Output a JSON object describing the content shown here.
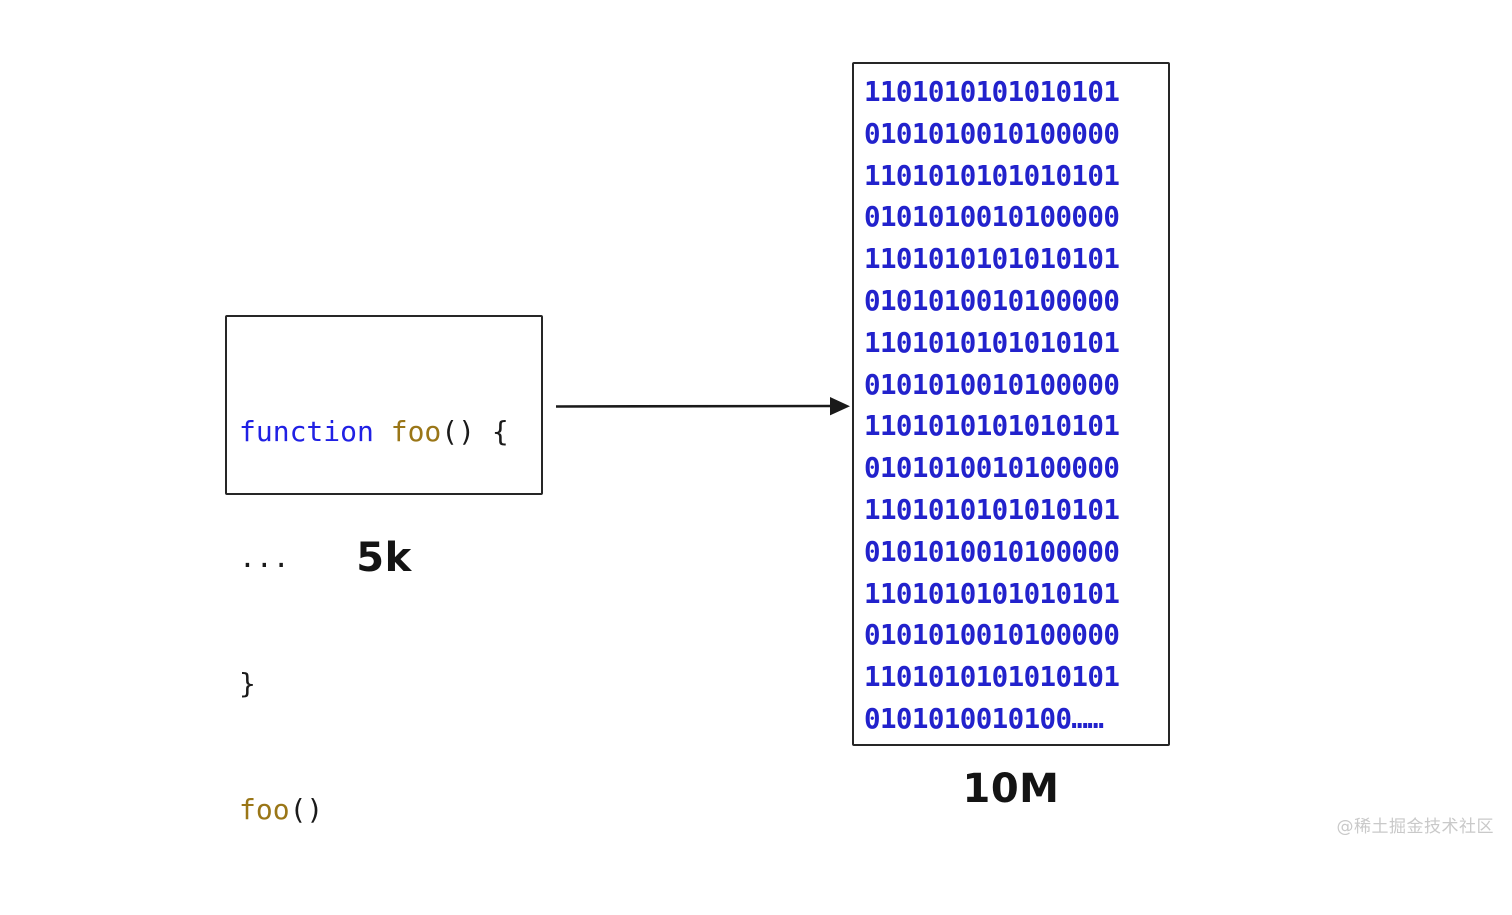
{
  "diagram": {
    "title": "JavaScript source compiled to machine code size comparison",
    "background_color": "#ffffff"
  },
  "source_panel": {
    "name": "source-code-box",
    "size_label": "5k",
    "border_color": "#262626",
    "code_lines": [
      {
        "keyword": "function",
        "space1": " ",
        "fname": "foo",
        "punct": "() {"
      },
      {
        "plain": "..."
      },
      {
        "plain": "}"
      },
      {
        "fname": "foo",
        "punct": "()"
      }
    ],
    "colors": {
      "keyword": "#2020e4",
      "function_name": "#9a7617",
      "punctuation": "#1a1a1a"
    }
  },
  "arrow": {
    "name": "compile-arrow",
    "direction": "right",
    "color": "#1a1a1a"
  },
  "output_panel": {
    "name": "binary-output-box",
    "size_label": "10M",
    "border_color": "#262626",
    "digit_color": "#2222cc",
    "binary_lines": [
      "1101010101010101",
      "0101010010100000",
      "1101010101010101",
      "0101010010100000",
      "1101010101010101",
      "0101010010100000",
      "1101010101010101",
      "0101010010100000",
      "1101010101010101",
      "0101010010100000",
      "1101010101010101",
      "0101010010100000",
      "1101010101010101",
      "0101010010100000",
      "1101010101010101",
      "0101010010100……"
    ]
  },
  "watermark": {
    "text": "@稀土掘金技术社区",
    "color": "#c9c9c9"
  }
}
